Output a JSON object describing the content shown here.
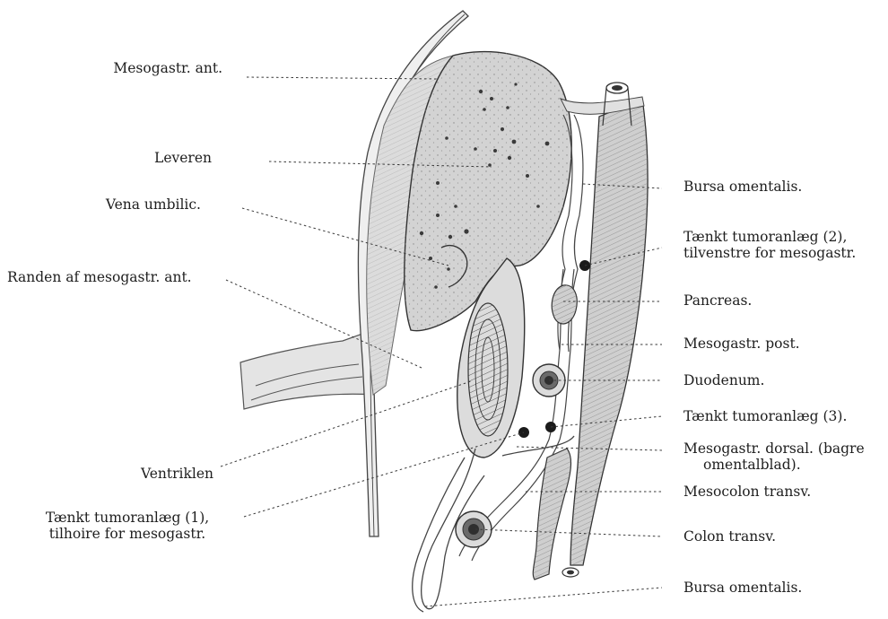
{
  "labels": {
    "mesogastr_ant": "Mesogastr. ant.",
    "leveren": "Leveren",
    "vena_umbilic": "Vena umbilic.",
    "randen": "Randen af mesogastr. ant.",
    "ventriklen": "Ventriklen",
    "tumor1_line1": "Tænkt tumoranlæg (1),",
    "tumor1_line2": "tilhoire for mesogastr.",
    "bursa_omentalis_top": "Bursa omentalis.",
    "tumor2_line1": "Tænkt tumoranlæg (2),",
    "tumor2_line2": "tilvenstre for mesogastr.",
    "pancreas": "Pancreas.",
    "mesogastr_post": "Mesogastr. post.",
    "duodenum": "Duodenum.",
    "tumor3": "Tænkt tumoranlæg (3).",
    "mesogastr_dorsal_line1": "Mesogastr. dorsal. (bagre",
    "mesogastr_dorsal_line2": "omentalblad).",
    "mesocolon": "Mesocolon transv.",
    "colon": "Colon transv.",
    "bursa_omentalis_bottom": "Bursa omentalis."
  },
  "colors": {
    "ink": "#3a3a3a",
    "shade": "#d9d9d9",
    "organ": "#c9c9c9",
    "tumor": "#1b1b1b"
  }
}
